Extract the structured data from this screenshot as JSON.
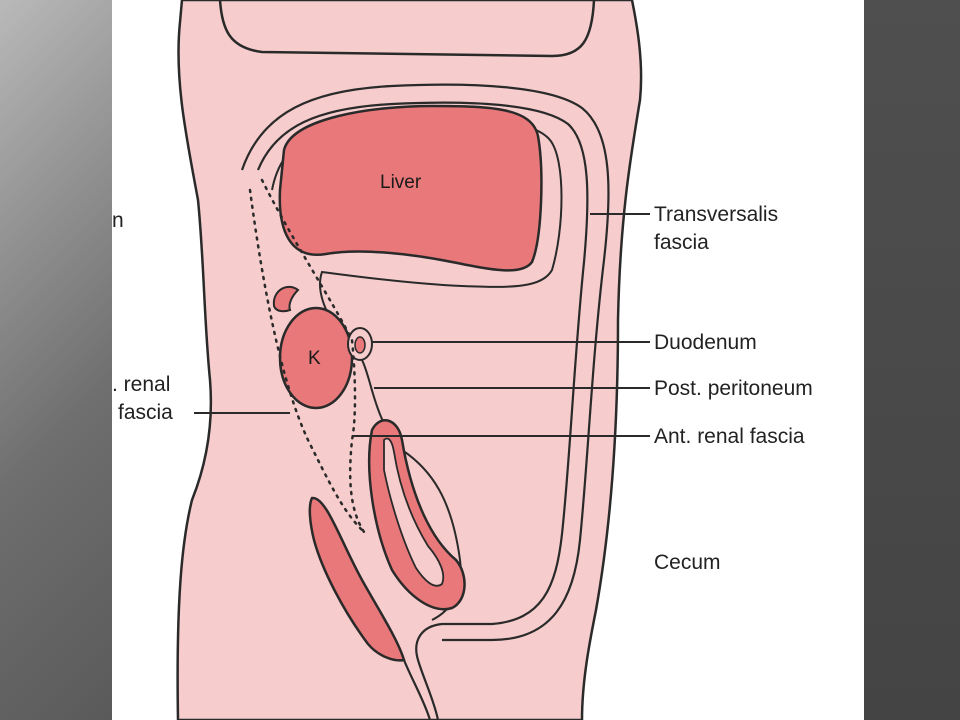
{
  "diagram": {
    "organs": {
      "liver": "Liver",
      "kidney": "K"
    },
    "labels": {
      "transversalis": [
        "Transversalis",
        "fascia"
      ],
      "duodenum": "Duodenum",
      "post_peritoneum": "Post. peritoneum",
      "ant_renal_fascia": "Ant. renal fascia",
      "cecum": "Cecum",
      "post_renal_fascia": [
        ". renal",
        "fascia"
      ],
      "edge_fragment": "n"
    },
    "colors": {
      "body_fill": "#f6cccc",
      "organ_fill": "#e8787a",
      "organ_dark": "#d9606a",
      "outline": "#2a2a2a"
    }
  }
}
